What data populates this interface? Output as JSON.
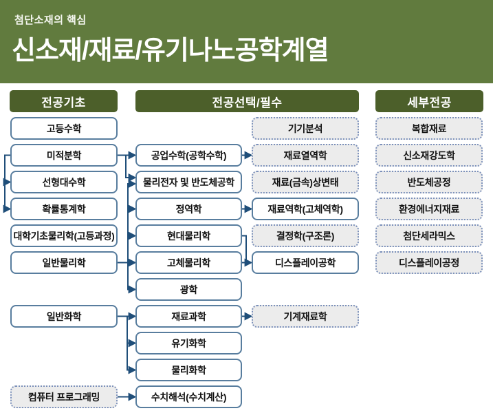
{
  "header": {
    "subtitle": "첨단소재의 핵심",
    "title": "신소재/재료/유기나노공학계열"
  },
  "columns": [
    {
      "id": "major-basic",
      "label": "전공기초"
    },
    {
      "id": "major-elective",
      "label": "전공선택/필수"
    },
    {
      "id": "detail-major",
      "label": "세부전공"
    }
  ],
  "colors": {
    "banner_green": "#617b3e",
    "header_green": "#4c5f2a",
    "solid_border_blue": "#587d9e",
    "dashed_border_blue": "#7b90ba",
    "dashed_fill_gray": "#ececec",
    "connector_navy": "#1f4e79"
  },
  "boxes": [
    {
      "id": "high-math",
      "label": "고등수학",
      "col": "A",
      "row": 0,
      "variant": "solid"
    },
    {
      "id": "calculus",
      "label": "미적분학",
      "col": "A",
      "row": 1,
      "variant": "solid"
    },
    {
      "id": "linear-algebra",
      "label": "선형대수학",
      "col": "A",
      "row": 2,
      "variant": "solid"
    },
    {
      "id": "prob-stats",
      "label": "확률통계학",
      "col": "A",
      "row": 3,
      "variant": "solid"
    },
    {
      "id": "univ-basic-physics",
      "label": "대학기초물리학(고등과정)",
      "col": "A",
      "row": 4,
      "variant": "solid"
    },
    {
      "id": "general-physics",
      "label": "일반물리학",
      "col": "A",
      "row": 5,
      "variant": "solid"
    },
    {
      "id": "general-chemistry",
      "label": "일반화학",
      "col": "A",
      "row": 7,
      "variant": "solid"
    },
    {
      "id": "computer-programming",
      "label": "컴퓨터 프로그래밍",
      "col": "A",
      "row": 10,
      "variant": "dashed"
    },
    {
      "id": "eng-math",
      "label": "공업수학(공학수학)",
      "col": "B",
      "row": 1,
      "variant": "solid"
    },
    {
      "id": "phys-electronics",
      "label": "물리전자 및 반도체공학",
      "col": "B",
      "row": 2,
      "variant": "solid"
    },
    {
      "id": "statics",
      "label": "정역학",
      "col": "B",
      "row": 3,
      "variant": "solid"
    },
    {
      "id": "modern-physics",
      "label": "현대물리학",
      "col": "B",
      "row": 4,
      "variant": "solid"
    },
    {
      "id": "solid-physics",
      "label": "고체물리학",
      "col": "B",
      "row": 5,
      "variant": "solid"
    },
    {
      "id": "optics",
      "label": "광학",
      "col": "B",
      "row": 6,
      "variant": "solid"
    },
    {
      "id": "materials-science",
      "label": "재료과학",
      "col": "B",
      "row": 7,
      "variant": "solid"
    },
    {
      "id": "organic-chem",
      "label": "유기화학",
      "col": "B",
      "row": 8,
      "variant": "solid"
    },
    {
      "id": "physical-chem",
      "label": "물리화학",
      "col": "B",
      "row": 9,
      "variant": "solid"
    },
    {
      "id": "numerical-analysis",
      "label": "수치해석(수치계산)",
      "col": "B",
      "row": 10,
      "variant": "solid"
    },
    {
      "id": "instrument-analysis",
      "label": "기기분석",
      "col": "C",
      "row": 0,
      "variant": "dashed"
    },
    {
      "id": "materials-thermo",
      "label": "재료열역학",
      "col": "C",
      "row": 1,
      "variant": "dashed"
    },
    {
      "id": "phase-transformation",
      "label": "재료(금속)상변태",
      "col": "C",
      "row": 2,
      "variant": "dashed"
    },
    {
      "id": "mechanics-of-materials",
      "label": "재료역학(고체역학)",
      "col": "C",
      "row": 3,
      "variant": "solid"
    },
    {
      "id": "crystallography",
      "label": "결정학(구조론)",
      "col": "C",
      "row": 4,
      "variant": "dashed"
    },
    {
      "id": "display-engineering",
      "label": "디스플레이공학",
      "col": "C",
      "row": 5,
      "variant": "solid"
    },
    {
      "id": "machine-materials",
      "label": "기계재료학",
      "col": "C",
      "row": 7,
      "variant": "dashed"
    },
    {
      "id": "composite-materials",
      "label": "복합재료",
      "col": "D",
      "row": 0,
      "variant": "dashed"
    },
    {
      "id": "materials-strength",
      "label": "신소재강도학",
      "col": "D",
      "row": 1,
      "variant": "dashed"
    },
    {
      "id": "semiconductor-process",
      "label": "반도체공정",
      "col": "D",
      "row": 2,
      "variant": "dashed"
    },
    {
      "id": "env-energy-materials",
      "label": "환경에너지재료",
      "col": "D",
      "row": 3,
      "variant": "dashed"
    },
    {
      "id": "advanced-ceramics",
      "label": "첨단세라믹스",
      "col": "D",
      "row": 4,
      "variant": "dashed"
    },
    {
      "id": "display-process",
      "label": "디스플레이공정",
      "col": "D",
      "row": 5,
      "variant": "dashed"
    }
  ],
  "edges": [
    {
      "from": "calculus",
      "to": "linear-algebra"
    },
    {
      "from": "calculus",
      "to": "prob-stats"
    },
    {
      "from": "calculus",
      "to": "eng-math"
    },
    {
      "from": "calculus",
      "to": "phys-electronics"
    },
    {
      "from": "general-physics",
      "to": "phys-electronics"
    },
    {
      "from": "general-physics",
      "to": "statics"
    },
    {
      "from": "general-physics",
      "to": "modern-physics"
    },
    {
      "from": "general-physics",
      "to": "solid-physics"
    },
    {
      "from": "general-physics",
      "to": "optics"
    },
    {
      "from": "eng-math",
      "to": "materials-thermo"
    },
    {
      "from": "statics",
      "to": "mechanics-of-materials"
    },
    {
      "from": "modern-physics",
      "to": "display-engineering"
    },
    {
      "from": "solid-physics",
      "to": "display-engineering"
    },
    {
      "from": "general-chemistry",
      "to": "materials-science"
    },
    {
      "from": "general-chemistry",
      "to": "organic-chem"
    },
    {
      "from": "general-chemistry",
      "to": "physical-chem"
    },
    {
      "from": "materials-science",
      "to": "machine-materials"
    },
    {
      "from": "computer-programming",
      "to": "numerical-analysis"
    }
  ]
}
